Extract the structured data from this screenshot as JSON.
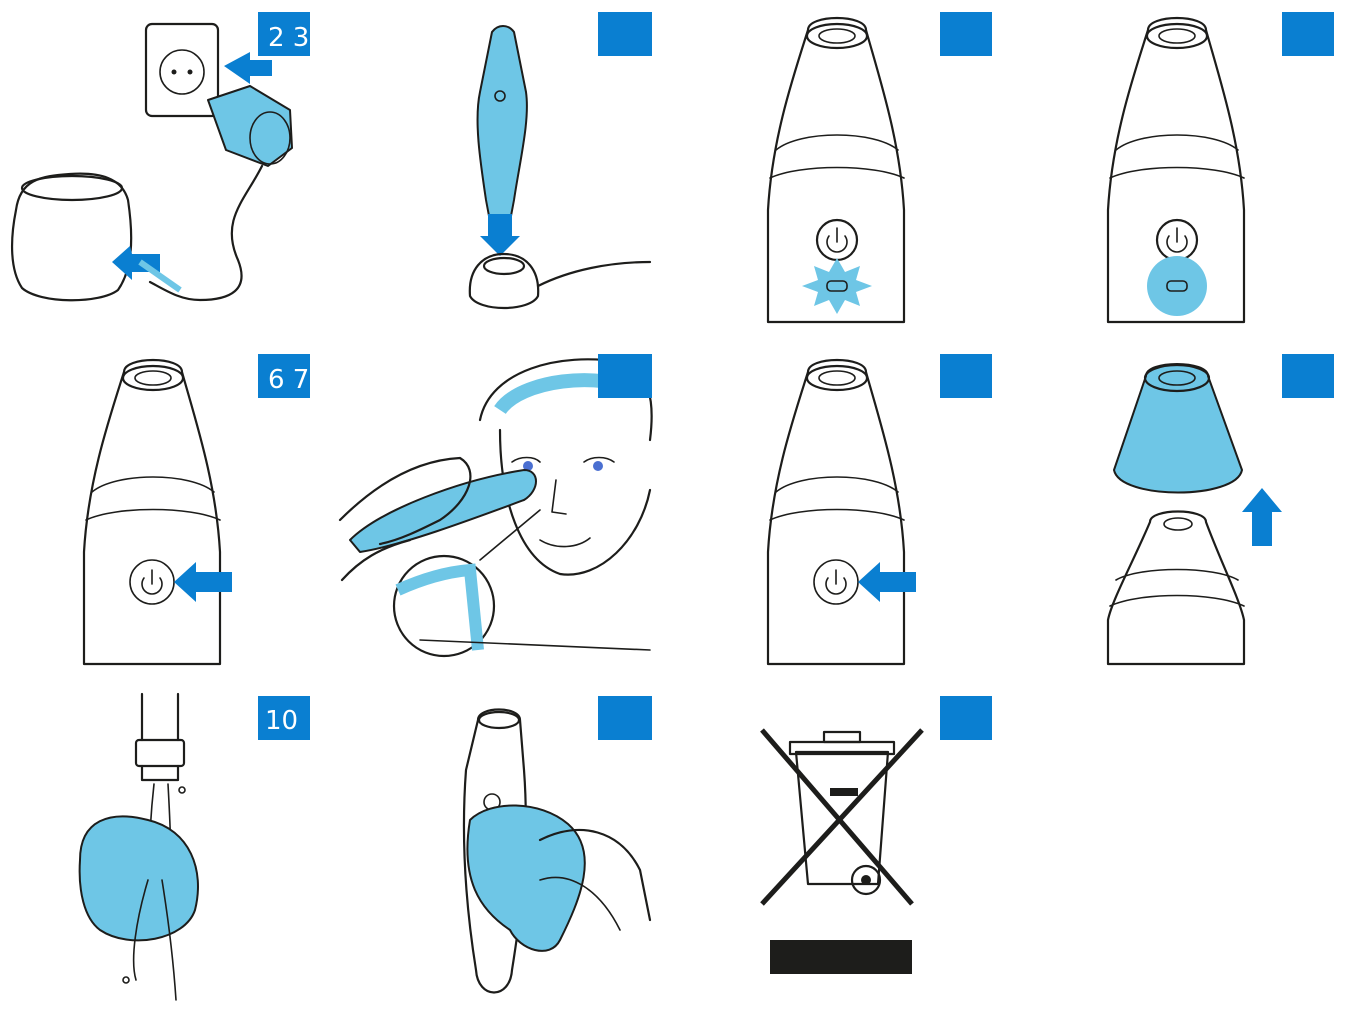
{
  "colors": {
    "accent_blue": "#0a7fd1",
    "product_blue": "#6ec6e6",
    "line": "#1d1d1b",
    "background": "#ffffff"
  },
  "panels": [
    {
      "step": "2 3",
      "scene": "charger-plug-icon"
    },
    {
      "step": "",
      "scene": "device-docking-icon"
    },
    {
      "step": "",
      "scene": "indicator-flashing-icon"
    },
    {
      "step": "",
      "scene": "indicator-lit-icon"
    },
    {
      "step": "6 7",
      "scene": "power-button-press-icon"
    },
    {
      "step": "",
      "scene": "face-application-icon"
    },
    {
      "step": "",
      "scene": "power-button-off-icon"
    },
    {
      "step": "",
      "scene": "remove-brush-head-icon"
    },
    {
      "step": "10",
      "scene": "rinse-under-tap-icon"
    },
    {
      "step": "",
      "scene": "wipe-with-cloth-icon"
    },
    {
      "step": "",
      "scene": "weee-crossed-bin-icon"
    }
  ]
}
